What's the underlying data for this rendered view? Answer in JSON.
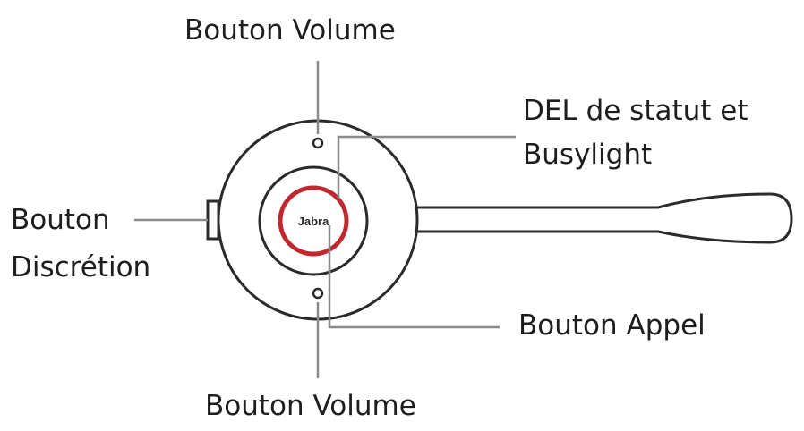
{
  "labels": {
    "volume_top": "Bouton Volume",
    "status_led_line1": "DEL de statut et",
    "status_led_line2": "Busylight",
    "mute_line1": "Bouton",
    "mute_line2": "Discrétion",
    "call_button": "Bouton Appel",
    "volume_bottom": "Bouton Volume"
  },
  "brand": "Jabra",
  "colors": {
    "outline": "#2b2b2b",
    "leader": "#8a8a8a",
    "status_ring": "#c0282f"
  }
}
